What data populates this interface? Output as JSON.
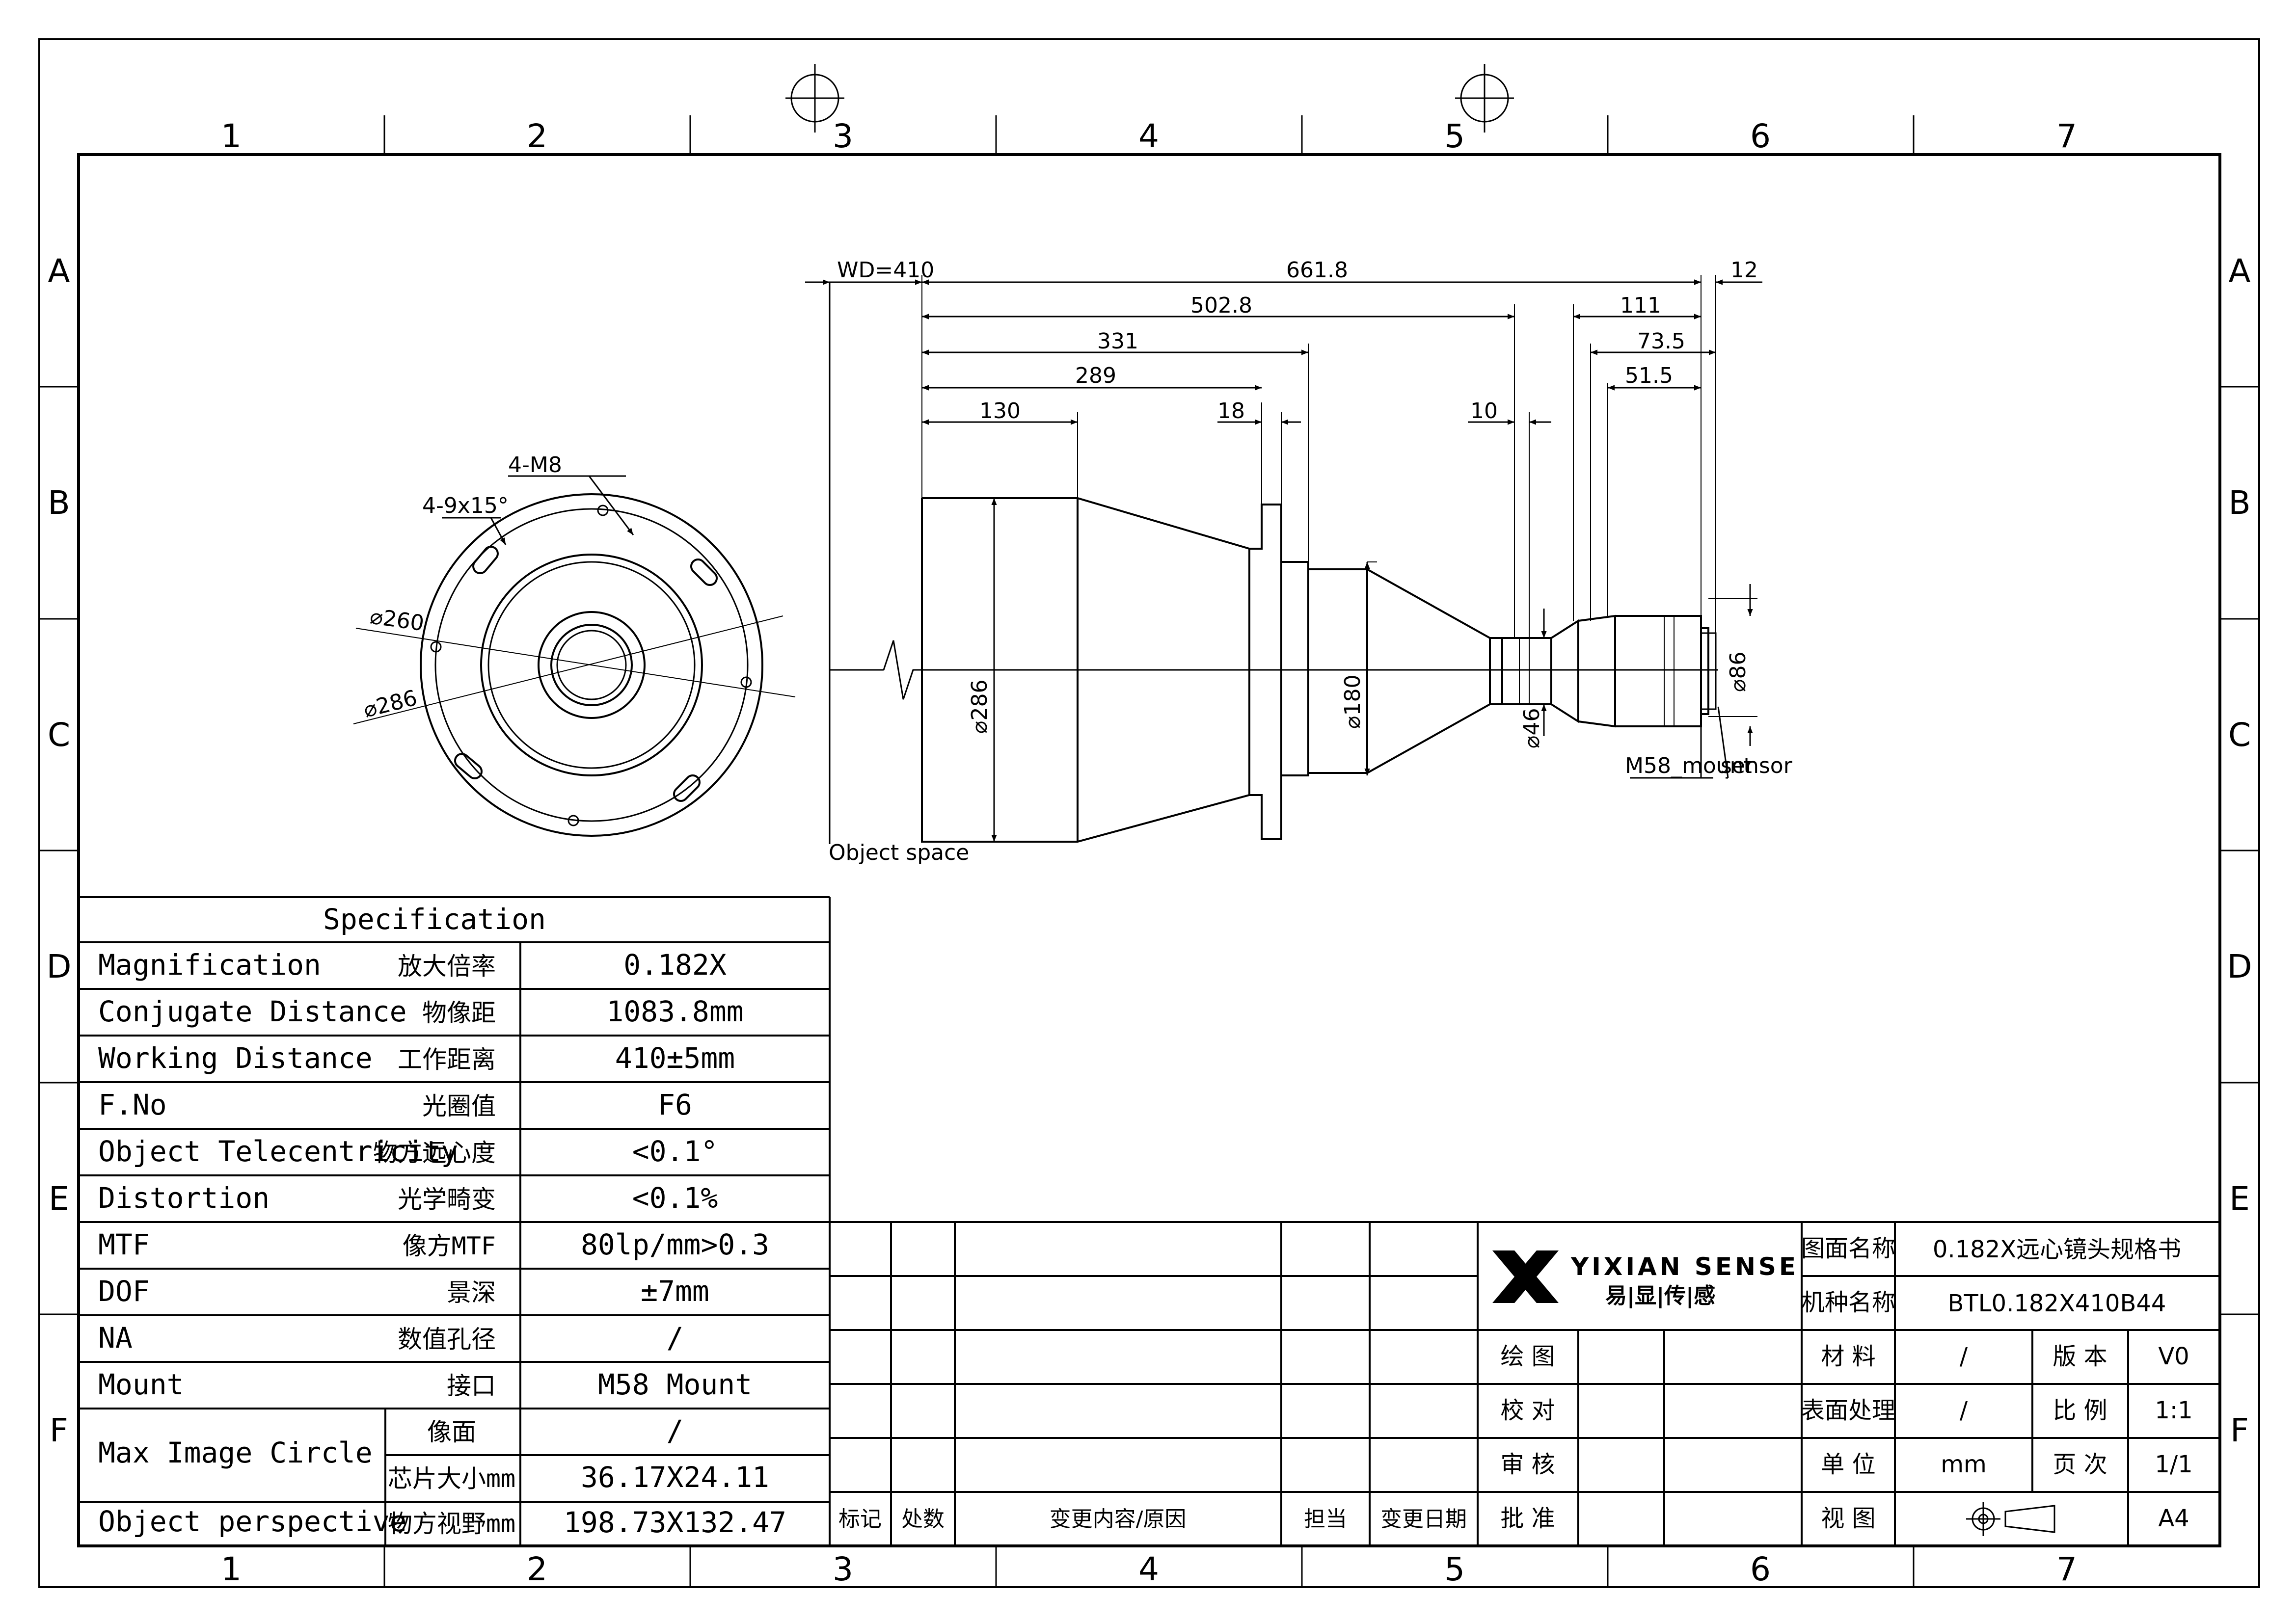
{
  "frame": {
    "columns": [
      "1",
      "2",
      "3",
      "4",
      "5",
      "6",
      "7"
    ],
    "rows": [
      "A",
      "B",
      "C",
      "D",
      "E",
      "F"
    ]
  },
  "end_view": {
    "labels": {
      "holes": "4-M8",
      "slots": "4-9x15°",
      "dia_260": "⌀260",
      "dia_286": "⌀286"
    }
  },
  "side_view": {
    "dims": {
      "wd": "WD=410",
      "total": "661.8",
      "d_12": "12",
      "d_502_8": "502.8",
      "d_111": "111",
      "d_331": "331",
      "d_73_5": "73.5",
      "d_289": "289",
      "d_51_5": "51.5",
      "d_130": "130",
      "d_18": "18",
      "d_10": "10",
      "dia_286": "⌀286",
      "dia_180": "⌀180",
      "dia_46": "⌀46",
      "dia_86": "⌀86"
    },
    "labels": {
      "object_space": "Object space",
      "mount": "M58_mount",
      "sensor": "sensor"
    }
  },
  "spec": {
    "title": "Specification",
    "rows": [
      {
        "en": "Magnification",
        "cn": "放大倍率",
        "value": "0.182X"
      },
      {
        "en": "Conjugate Distance",
        "cn": "物像距",
        "value": "1083.8mm"
      },
      {
        "en": "Working Distance",
        "cn": "工作距离",
        "value": "410±5mm"
      },
      {
        "en": "F.No",
        "cn": "光圈值",
        "value": "F6"
      },
      {
        "en": "Object Telecentricity",
        "cn": "物方远心度",
        "value": "<0.1°"
      },
      {
        "en": "Distortion",
        "cn": "光学畸变",
        "value": "<0.1%"
      },
      {
        "en": "MTF",
        "cn": "像方MTF",
        "value": "80lp/mm>0.3"
      },
      {
        "en": "DOF",
        "cn": "景深",
        "value": "±7mm"
      },
      {
        "en": "NA",
        "cn": "数值孔径",
        "value": "/"
      },
      {
        "en": "Mount",
        "cn": "接口",
        "value": "M58 Mount"
      }
    ],
    "image_circle": {
      "en": "Max Image Circle",
      "sub1": "像面",
      "val1": "/",
      "sub2": "芯片大小mm",
      "val2": "36.17X24.11"
    },
    "perspective": {
      "en": "Object perspective",
      "cn": "物方视野mm",
      "value": "198.73X132.47"
    }
  },
  "revision": {
    "headers": [
      "标记",
      "处数",
      "变更内容/原因",
      "担当",
      "变更日期"
    ]
  },
  "title_block": {
    "brand": "YIXIAN SENSE",
    "brand_cn": "易|显|传|感",
    "drawing_name_label": "图面名称",
    "drawing_name": "0.182X远心镜头规格书",
    "model_label": "机种名称",
    "model": "BTL0.182X410B44",
    "sign_labels": [
      "绘 图",
      "校 对",
      "审 核",
      "批 准"
    ],
    "material_label": "材 料",
    "material": "/",
    "version_label": "版 本",
    "version": "V0",
    "surface_label": "表面处理",
    "surface": "/",
    "scale_label": "比 例",
    "scale": "1:1",
    "unit_label": "单 位",
    "unit": "mm",
    "page_label": "页 次",
    "page": "1/1",
    "view_label": "视 图",
    "paper": "A4",
    "colors": {
      "brand": "#000000",
      "line": "#000000"
    }
  }
}
